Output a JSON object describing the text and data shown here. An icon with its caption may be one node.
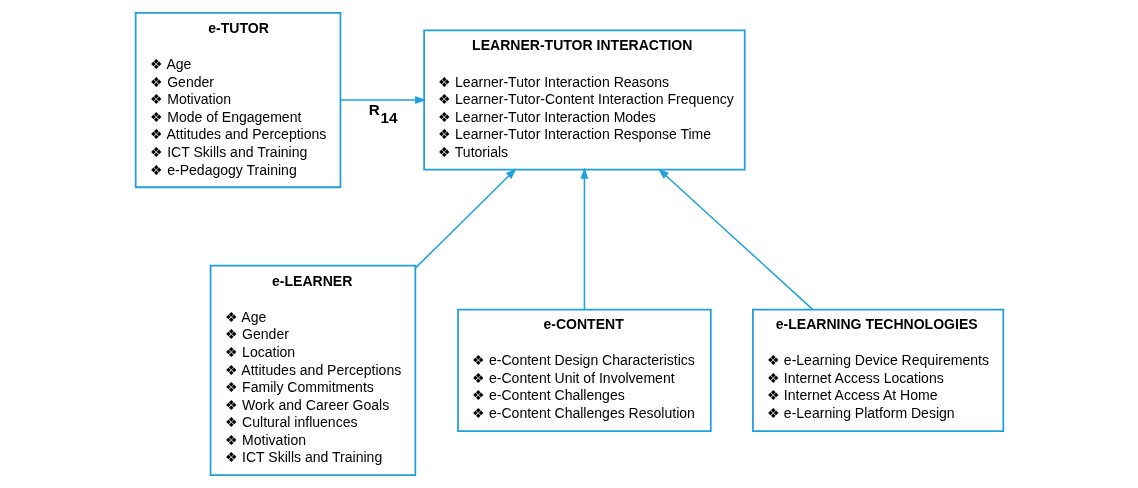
{
  "diagram": {
    "nodes": [
      {
        "text": [
          "e-TUTOR",
          "❖ Age",
          "❖ Gender",
          "❖ Motivation",
          "❖ Mode of Engagement",
          "❖ Attitudes and Perceptions",
          "❖ ICT Skills and Training",
          "❖ e-Pedagogy Training"
        ]
      },
      {
        "text": [
          "LEARNER-TUTOR INTERACTION",
          "❖ Learner-Tutor Interaction Reasons",
          "❖ Learner-Tutor-Content Interaction Frequency",
          "❖ Learner-Tutor Interaction Modes",
          "❖ Learner-Tutor Interaction Response Time",
          "❖ Tutorials"
        ]
      },
      {
        "text": [
          "e-LEARNER",
          "❖ Age",
          "❖ Gender",
          "❖ Location",
          "❖ Attitudes and Perceptions",
          "❖ Family Commitments",
          "❖ Work and Career Goals",
          "❖ Cultural influences",
          "❖ Motivation",
          "❖ ICT Skills and Training"
        ]
      },
      {
        "text": [
          "e-CONTENT",
          "❖ e-Content Design Characteristics",
          "❖ e-Content Unit of Involvement",
          "❖ e-Content Challenges",
          "❖ e-Content Challenges Resolution"
        ]
      },
      {
        "text": [
          "e-LEARNING TECHNOLOGIES",
          "❖ e-Learning Device Requirements",
          "❖ Internet Access Locations",
          "❖ Internet Access At Home",
          "❖ e-Learning Platform Design"
        ]
      }
    ],
    "edges": [
      {
        "from": 0,
        "to": 1,
        "arrow": "to",
        "label": "R$_{14}$"
      },
      {
        "from": 2,
        "to": 1,
        "arrow": "to"
      },
      {
        "from": 3,
        "to": 1,
        "arrow": "to"
      },
      {
        "from": 4,
        "to": 1,
        "arrow": "to"
      }
    ]
  }
}
